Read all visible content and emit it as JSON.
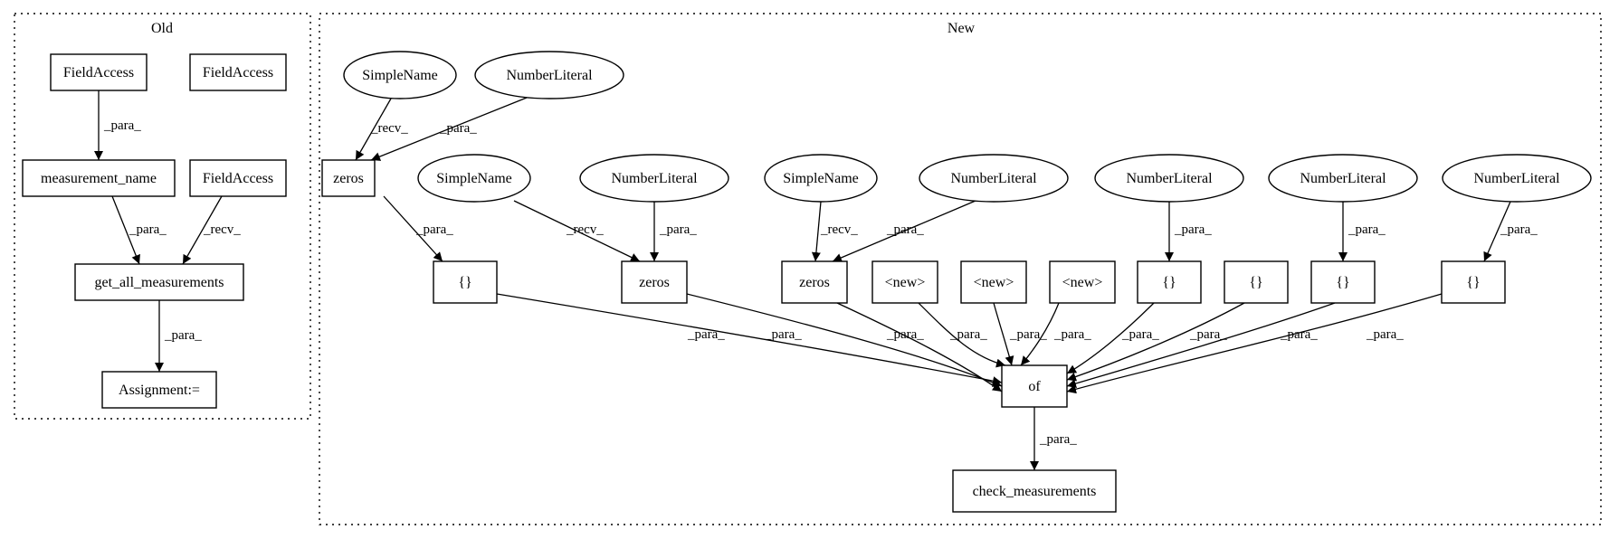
{
  "clusters": [
    {
      "id": "old",
      "label": "Old"
    },
    {
      "id": "new",
      "label": "New"
    }
  ],
  "nodes": [
    {
      "id": "fa1",
      "label": "FieldAccess",
      "shape": "box"
    },
    {
      "id": "fa2",
      "label": "FieldAccess",
      "shape": "box"
    },
    {
      "id": "mname",
      "label": "measurement_name",
      "shape": "box"
    },
    {
      "id": "fa3",
      "label": "FieldAccess",
      "shape": "box"
    },
    {
      "id": "gam",
      "label": "get_all_measurements",
      "shape": "box"
    },
    {
      "id": "assign",
      "label": "Assignment:=",
      "shape": "box"
    },
    {
      "id": "sn1",
      "label": "SimpleName",
      "shape": "ellipse"
    },
    {
      "id": "nl1",
      "label": "NumberLiteral",
      "shape": "ellipse"
    },
    {
      "id": "z1",
      "label": "zeros",
      "shape": "box"
    },
    {
      "id": "sn2",
      "label": "SimpleName",
      "shape": "ellipse"
    },
    {
      "id": "nl2",
      "label": "NumberLiteral",
      "shape": "ellipse"
    },
    {
      "id": "sn3",
      "label": "SimpleName",
      "shape": "ellipse"
    },
    {
      "id": "nl3",
      "label": "NumberLiteral",
      "shape": "ellipse"
    },
    {
      "id": "nl4",
      "label": "NumberLiteral",
      "shape": "ellipse"
    },
    {
      "id": "nl5",
      "label": "NumberLiteral",
      "shape": "ellipse"
    },
    {
      "id": "nl6",
      "label": "NumberLiteral",
      "shape": "ellipse"
    },
    {
      "id": "b1",
      "label": "{}",
      "shape": "box"
    },
    {
      "id": "z2",
      "label": "zeros",
      "shape": "box"
    },
    {
      "id": "z3",
      "label": "zeros",
      "shape": "box"
    },
    {
      "id": "new1",
      "label": "<new>",
      "shape": "box"
    },
    {
      "id": "new2",
      "label": "<new>",
      "shape": "box"
    },
    {
      "id": "new3",
      "label": "<new>",
      "shape": "box"
    },
    {
      "id": "b2",
      "label": "{}",
      "shape": "box"
    },
    {
      "id": "b3",
      "label": "{}",
      "shape": "box"
    },
    {
      "id": "b4",
      "label": "{}",
      "shape": "box"
    },
    {
      "id": "b5",
      "label": "{}",
      "shape": "box"
    },
    {
      "id": "of",
      "label": "of",
      "shape": "box"
    },
    {
      "id": "cm",
      "label": "check_measurements",
      "shape": "box"
    }
  ],
  "edges": [
    {
      "from": "fa1",
      "to": "mname",
      "label": "_para_"
    },
    {
      "from": "mname",
      "to": "gam",
      "label": "_para_"
    },
    {
      "from": "fa3",
      "to": "gam",
      "label": "_recv_"
    },
    {
      "from": "gam",
      "to": "assign",
      "label": "_para_"
    },
    {
      "from": "sn1",
      "to": "z1",
      "label": "_recv_"
    },
    {
      "from": "nl1",
      "to": "z1",
      "label": "_para_"
    },
    {
      "from": "z1",
      "to": "b1",
      "label": "_para_"
    },
    {
      "from": "sn2",
      "to": "z2",
      "label": "_recv_"
    },
    {
      "from": "nl2",
      "to": "z2",
      "label": "_para_"
    },
    {
      "from": "sn3",
      "to": "z3",
      "label": "_recv_"
    },
    {
      "from": "nl3",
      "to": "z3",
      "label": "_para_"
    },
    {
      "from": "nl4",
      "to": "b2",
      "label": "_para_"
    },
    {
      "from": "nl5",
      "to": "b4",
      "label": "_para_"
    },
    {
      "from": "nl6",
      "to": "b5",
      "label": "_para_"
    },
    {
      "from": "b1",
      "to": "of",
      "label": "_para_"
    },
    {
      "from": "z2",
      "to": "of",
      "label": "_para_"
    },
    {
      "from": "z3",
      "to": "of",
      "label": "_para_"
    },
    {
      "from": "new1",
      "to": "of",
      "label": "_para_"
    },
    {
      "from": "new2",
      "to": "of",
      "label": "_para_"
    },
    {
      "from": "new3",
      "to": "of",
      "label": "_para_"
    },
    {
      "from": "b2",
      "to": "of",
      "label": "_para_"
    },
    {
      "from": "b3",
      "to": "of",
      "label": "_para_"
    },
    {
      "from": "b4",
      "to": "of",
      "label": "_para_"
    },
    {
      "from": "b5",
      "to": "of",
      "label": "_para_"
    },
    {
      "from": "of",
      "to": "cm",
      "label": "_para_"
    }
  ]
}
